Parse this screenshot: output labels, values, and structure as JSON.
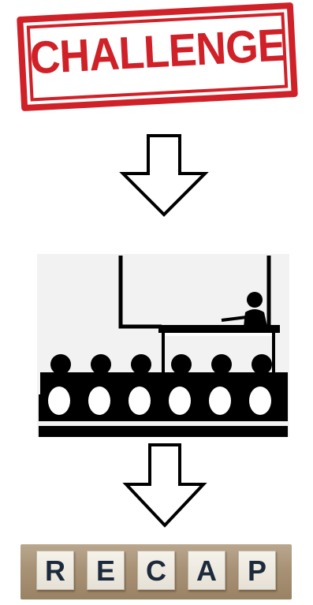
{
  "stamp": {
    "text": "CHALLENGE",
    "color": "#d02028"
  },
  "recap": {
    "letters": [
      "R",
      "E",
      "C",
      "A",
      "P"
    ],
    "tile_text_color": "#1c2a3c"
  },
  "icons": {
    "arrow": "down-arrow-outline-icon",
    "scene": "presentation-audience-icon"
  }
}
